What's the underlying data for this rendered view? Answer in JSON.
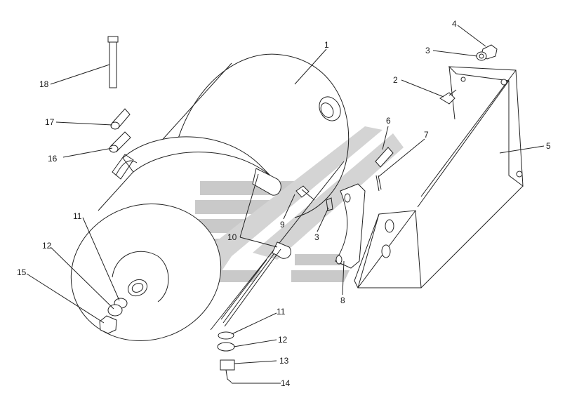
{
  "callouts": [
    {
      "id": "c1",
      "label": "1"
    },
    {
      "id": "c2",
      "label": "2"
    },
    {
      "id": "c3a",
      "label": "3"
    },
    {
      "id": "c3b",
      "label": "3"
    },
    {
      "id": "c4",
      "label": "4"
    },
    {
      "id": "c5",
      "label": "5"
    },
    {
      "id": "c6",
      "label": "6"
    },
    {
      "id": "c7",
      "label": "7"
    },
    {
      "id": "c8",
      "label": "8"
    },
    {
      "id": "c9",
      "label": "9"
    },
    {
      "id": "c10",
      "label": "10"
    },
    {
      "id": "c11a",
      "label": "11"
    },
    {
      "id": "c11b",
      "label": "11"
    },
    {
      "id": "c12a",
      "label": "12"
    },
    {
      "id": "c12b",
      "label": "12"
    },
    {
      "id": "c13",
      "label": "13"
    },
    {
      "id": "c14",
      "label": "14"
    },
    {
      "id": "c15",
      "label": "15"
    },
    {
      "id": "c16",
      "label": "16"
    },
    {
      "id": "c17",
      "label": "17"
    },
    {
      "id": "c18",
      "label": "18"
    }
  ],
  "watermark": {
    "icon": "stylized-logo-icon",
    "color": "#c9c9c9"
  }
}
